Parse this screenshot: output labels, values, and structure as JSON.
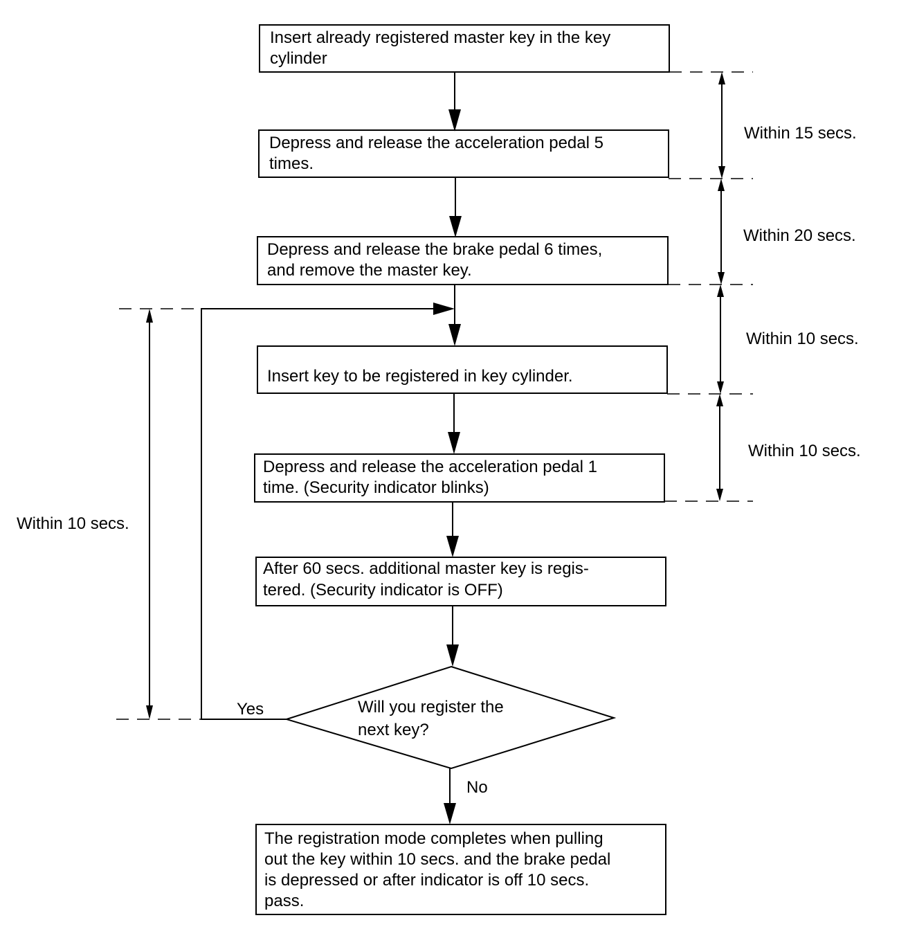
{
  "steps": [
    {
      "lines": [
        "Insert already registered master key in the key",
        "cylinder"
      ]
    },
    {
      "lines": [
        "Depress and release the acceleration pedal 5",
        "times."
      ]
    },
    {
      "lines": [
        "Depress and release the brake pedal 6 times,",
        "and remove the master key."
      ]
    },
    {
      "lines": [
        "Insert key to be registered in key cylinder."
      ]
    },
    {
      "lines": [
        "Depress and release the acceleration pedal 1",
        "time. (Security indicator blinks)"
      ]
    },
    {
      "lines": [
        "After 60 secs. additional master key is regis-",
        "tered. (Security indicator is OFF)"
      ]
    },
    {
      "lines": [
        "The registration mode completes when pulling",
        "out the key within 10 secs. and the brake pedal",
        "is depressed or after indicator is off 10 secs.",
        "pass."
      ]
    }
  ],
  "decision": {
    "lines": [
      "Will you register the",
      "next key?"
    ],
    "yes_label": "Yes",
    "no_label": "No"
  },
  "intervals": {
    "right": [
      "Within 15 secs.",
      "Within 20 secs.",
      "Within 10 secs.",
      "Within 10 secs."
    ],
    "left": "Within 10 secs."
  }
}
